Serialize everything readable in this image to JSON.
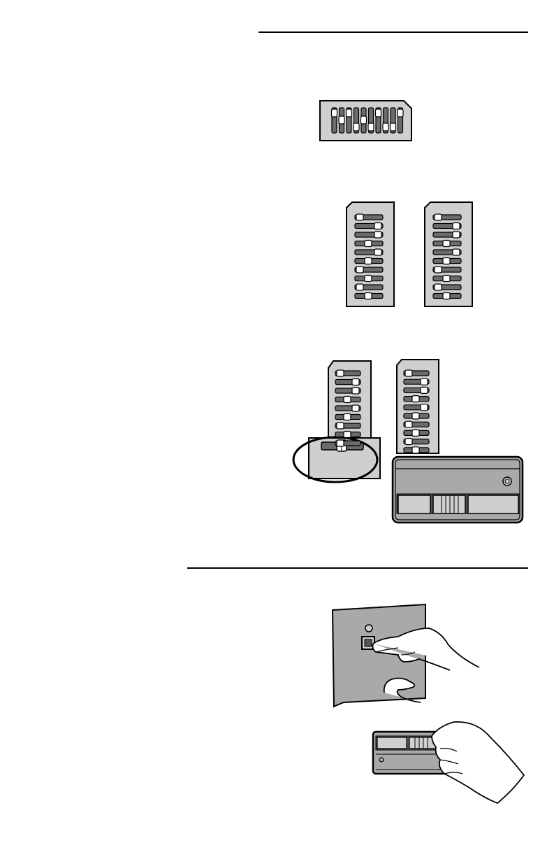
{
  "page": {
    "background": "#ffffff",
    "ink": "#000000",
    "panel_gray": "#cfcfcf",
    "switch_gray": "#6b6b6b",
    "remote_gray": "#a9a9a9"
  },
  "dip_switches": {
    "receiver_positions": [
      "up",
      "mid",
      "up",
      "down",
      "mid",
      "down",
      "up",
      "down",
      "down",
      "up"
    ],
    "transmitter_positions": [
      "left",
      "right",
      "right",
      "mid",
      "right",
      "mid",
      "left",
      "mid",
      "left",
      "mid"
    ]
  },
  "figures": [
    {
      "id": "receiver-dip-switch",
      "icon": "dip-switch-horizontal-icon"
    },
    {
      "id": "dip-switch-pair",
      "icon": "dip-switch-vertical-icon"
    },
    {
      "id": "dip-switch-detail-with-remote",
      "icon": "remote-control-icon"
    },
    {
      "id": "press-learn-button",
      "icon": "hand-pressing-button-icon"
    },
    {
      "id": "press-remote-button",
      "icon": "hand-holding-remote-icon"
    }
  ]
}
